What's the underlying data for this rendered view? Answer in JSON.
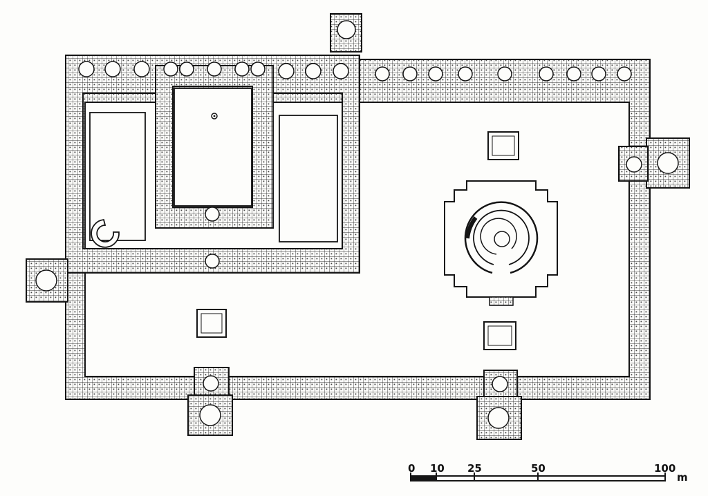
{
  "scale_bar": {
    "ticks": [
      "0",
      "10",
      "25",
      "50",
      "100"
    ],
    "tick_values": [
      0,
      10,
      25,
      50,
      100
    ],
    "unit": "m"
  },
  "colors": {
    "ink": "#151515",
    "paper": "#fdfdfb"
  }
}
